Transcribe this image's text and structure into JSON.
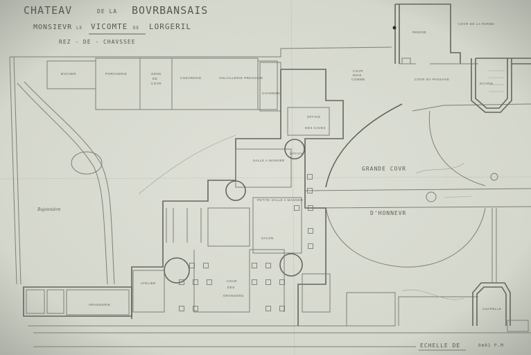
{
  "title": {
    "part1": "CHATEAV",
    "part2": "DE LA",
    "part3": "BOVRBANSAIS",
    "subtitle_a": "MONSIEVR",
    "subtitle_b": "LE",
    "subtitle_c": "VICOMTE",
    "subtitle_d": "DE",
    "subtitle_e": "LORGERIL",
    "floor": "REZ - DE - CHAVSSEE"
  },
  "rooms": {
    "bucher": "BVCHER",
    "porcherie": "PORCHERIE",
    "gens_1": "GENS",
    "gens_2": "DE",
    "gens_3": "COVR",
    "chevrerie": "CHEVRERIE",
    "volaillerie": "VOLAILLERIE",
    "pressoir": "PRESSOIR",
    "charbon": "CHARBON",
    "remise": "REMISE",
    "cour_ferme": "COVR DE LA FERME",
    "cour_passage": "COVR DV PASSAGE",
    "cour_bois_1": "COVR",
    "cour_bois_2": "BOIS",
    "cour_bois_3": "COMME",
    "ecurie": "ECVRIE",
    "office_1": "OFFICE",
    "office_2": "DES CAVES",
    "office_3": "OFFICE",
    "salle_manger": "SALLE A MANGER",
    "petite_salle": "PETITE SALLE A MANGER",
    "salon": "SALON",
    "grande_cour": "GRANDE COVR",
    "honneur": "D'HONNEVR",
    "atelier": "ATELIER",
    "cour_orangers_1": "COVR",
    "cour_orangers_2": "DES",
    "cour_orangers_3": "ORANGERS",
    "orangerie": "ORANGERIE",
    "chapelle": "CHAPELLE",
    "bujonniere": "Bujonnière"
  },
  "scale": {
    "label": "ECHELLE DE",
    "value": "0m01 P.M"
  },
  "colors": {
    "paper": "#d8dbd1",
    "ink": "#62665e"
  }
}
